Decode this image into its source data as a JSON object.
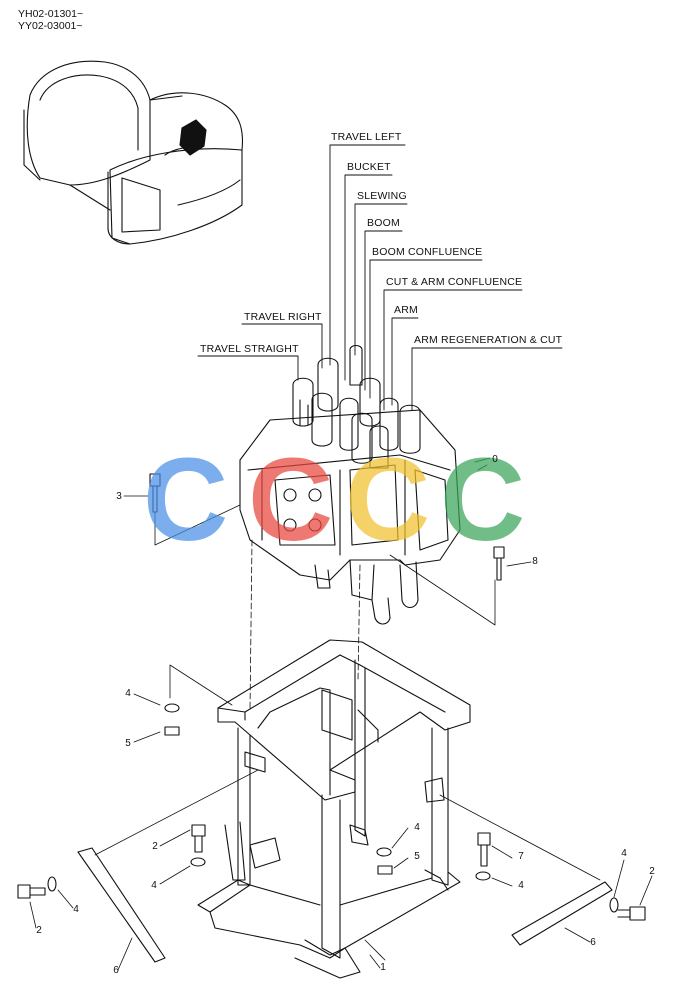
{
  "header": {
    "serial_1": "YH02-01301~",
    "serial_2": "YY02-03001~"
  },
  "valve_labels": {
    "travel_left": "TRAVEL LEFT",
    "bucket": "BUCKET",
    "slewing": "SLEWING",
    "boom": "BOOM",
    "boom_confluence": "BOOM CONFLUENCE",
    "cut_arm_confluence": "CUT & ARM CONFLUENCE",
    "arm": "ARM",
    "arm_regeneration_cut": "ARM REGENERATION & CUT",
    "travel_right": "TRAVEL RIGHT",
    "travel_straight": "TRAVEL STRAIGHT"
  },
  "part_numbers": {
    "p0": "0",
    "p1": "1",
    "p2": "2",
    "p3": "3",
    "p4": "4",
    "p5": "5",
    "p6": "6",
    "p7": "7",
    "p8": "8"
  },
  "watermark": {
    "letters": [
      "C",
      "C",
      "C",
      "C"
    ],
    "colors": [
      "#4a8fe8",
      "#e8463c",
      "#f2c12e",
      "#3aa45a"
    ]
  }
}
